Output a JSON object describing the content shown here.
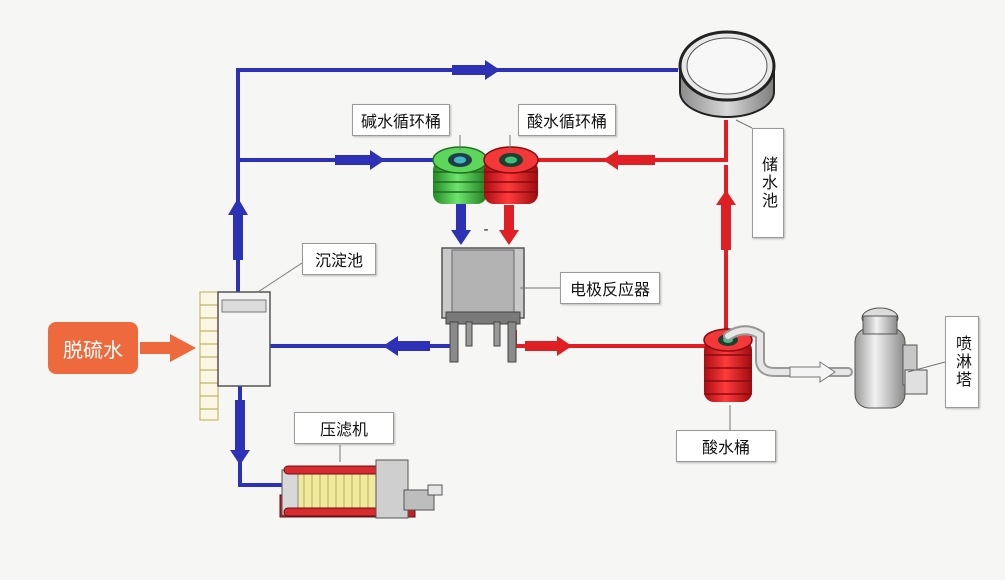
{
  "colors": {
    "alkaline_flow": "#2d31b5",
    "acid_flow": "#e01f25",
    "feed_box": "#ee6a3c",
    "alkali_tank": "#39c23c",
    "acid_tank": "#e01f25"
  },
  "labels": {
    "feed": "脱硫水",
    "sedimentation_tank": "沉淀池",
    "alkali_tank": "碱水循环桶",
    "acid_tank": "酸水循环桶",
    "reactor": "电极反应器",
    "storage_pool": "储水池",
    "acid_bucket": "酸水桶",
    "spray_tower": "喷淋塔",
    "filter_press": "压滤机",
    "reactor_mark": "-"
  }
}
